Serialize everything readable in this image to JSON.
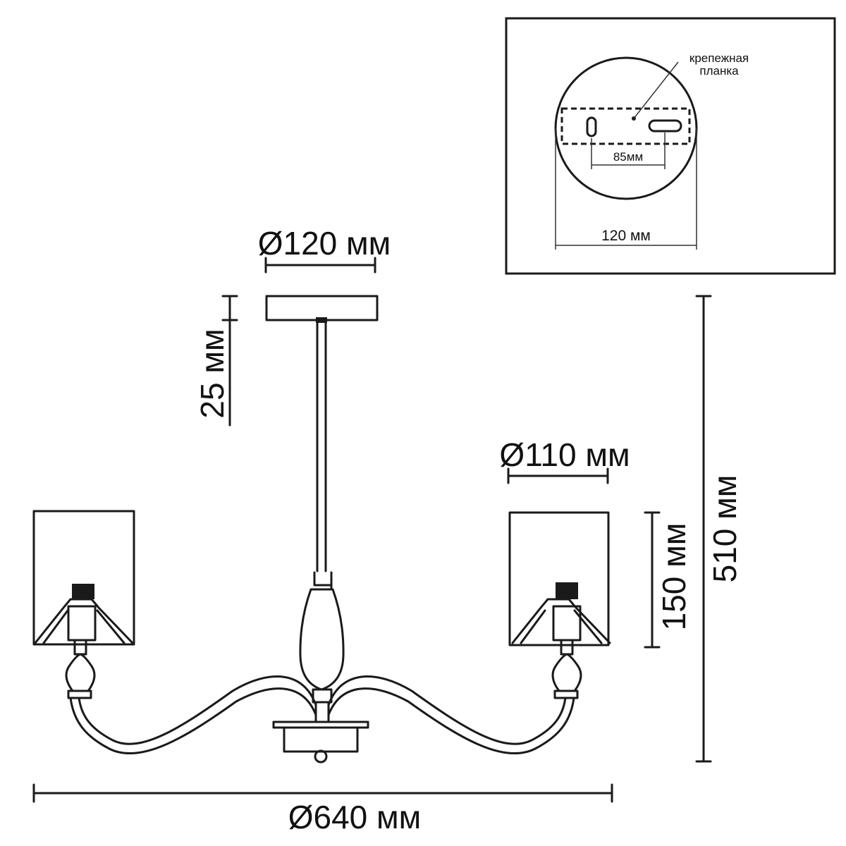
{
  "dimensions": {
    "canopy_diameter": "Ø120 мм",
    "canopy_height": "25 мм",
    "shade_diameter": "Ø110 мм",
    "shade_height": "150 мм",
    "total_height": "510 мм",
    "total_diameter": "Ø640 мм"
  },
  "inset": {
    "mount_label_line1": "крепежная",
    "mount_label_line2": "планка",
    "hole_spacing": "85мм",
    "plate_diameter": "120 мм"
  },
  "colors": {
    "stroke": "#1a1a1a",
    "background": "#ffffff"
  }
}
